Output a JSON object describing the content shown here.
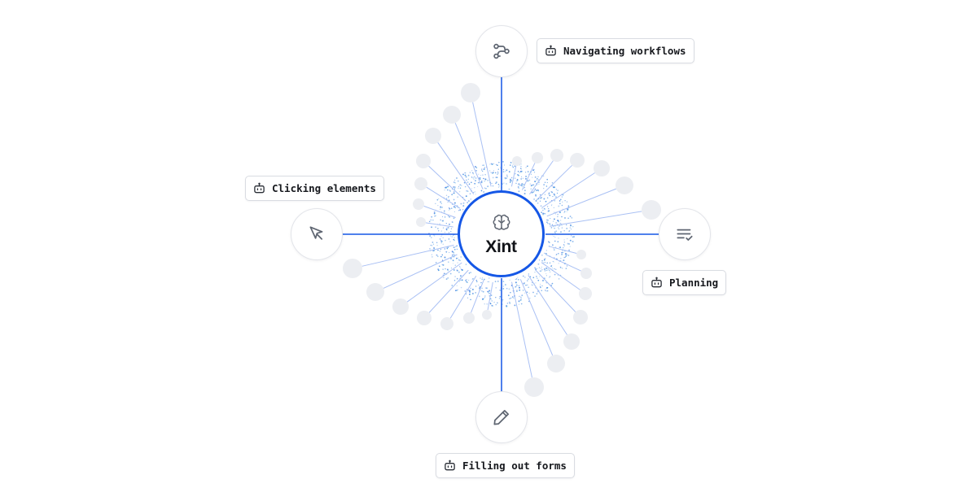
{
  "center": {
    "title": "Xint",
    "icon": "brain-icon"
  },
  "capabilities": [
    {
      "id": "navigate",
      "label": "Navigating workflows",
      "icon": "route-icon",
      "badge_icon": "robot-icon"
    },
    {
      "id": "click",
      "label": "Clicking elements",
      "icon": "cursor-arrow-icon",
      "badge_icon": "robot-icon"
    },
    {
      "id": "plan",
      "label": "Planning",
      "icon": "list-check-icon",
      "badge_icon": "robot-icon"
    },
    {
      "id": "forms",
      "label": "Filling out forms",
      "icon": "pencil-icon",
      "badge_icon": "robot-icon"
    }
  ],
  "colors": {
    "accent": "#1557e6",
    "connector_light": "#a9c0f4",
    "satellite": "#eceef2",
    "dot_gradient": [
      "#5b3fd6",
      "#3a86e8",
      "#2fd3c2"
    ],
    "icon_stroke": "#5f6672"
  }
}
